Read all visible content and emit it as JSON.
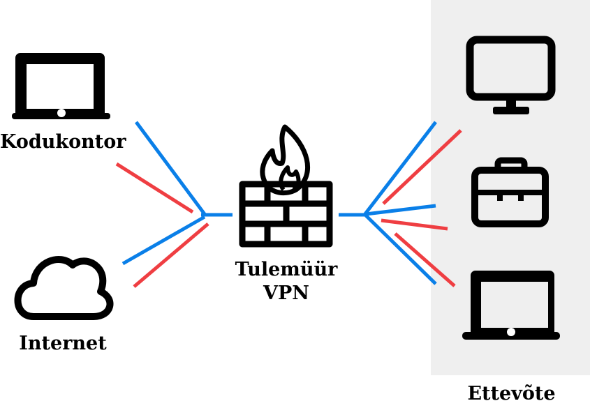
{
  "colors": {
    "background": "#ffffff",
    "panel": "#efefef",
    "icon": "#000000",
    "line_primary": "#0a7fe8",
    "line_secondary": "#ef3e42"
  },
  "nodes": {
    "home_office": {
      "label": "Kodukontor",
      "icon": "laptop-icon"
    },
    "internet": {
      "label": "Internet",
      "icon": "cloud-icon"
    },
    "firewall": {
      "label_line1": "Tulemüür",
      "label_line2": "VPN",
      "icon": "firewall-brick-wall-flame-icon"
    },
    "company": {
      "label": "Ettevõte",
      "devices": [
        {
          "icon": "desktop-monitor-icon"
        },
        {
          "icon": "briefcase-icon"
        },
        {
          "icon": "laptop-icon"
        }
      ]
    }
  }
}
